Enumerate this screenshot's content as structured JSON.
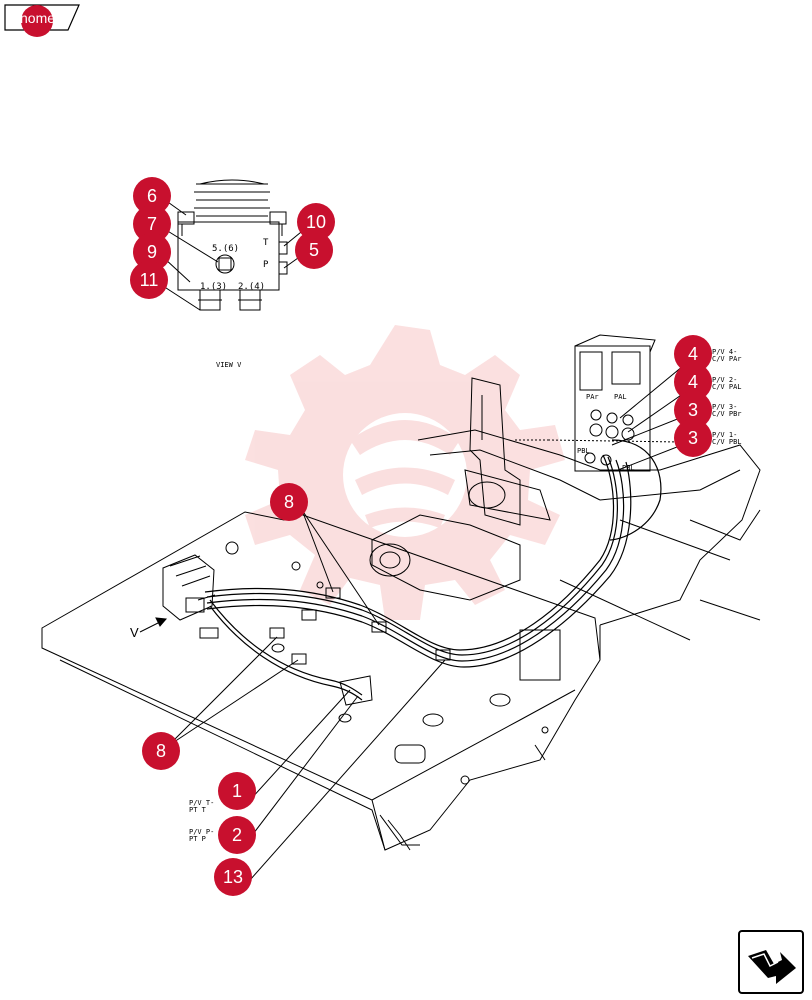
{
  "nav": {
    "home_label": "home"
  },
  "view_label": "VIEW V",
  "view_letter": "V",
  "valve_labels": {
    "port_top": "5.(6)",
    "port_t": "T",
    "port_p": "P",
    "port_bottom_left": "1.(3)",
    "port_bottom_right": "2.(4)"
  },
  "block_labels": {
    "pal": "PAL",
    "par": "PAr",
    "pbl": "PBL",
    "pbl2": "PBL"
  },
  "callouts": [
    {
      "num": "6"
    },
    {
      "num": "7"
    },
    {
      "num": "9"
    },
    {
      "num": "11"
    },
    {
      "num": "10"
    },
    {
      "num": "5"
    },
    {
      "num": "4"
    },
    {
      "num": "4"
    },
    {
      "num": "3"
    },
    {
      "num": "3"
    },
    {
      "num": "8"
    },
    {
      "num": "8"
    },
    {
      "num": "1"
    },
    {
      "num": "2"
    },
    {
      "num": "13"
    }
  ],
  "hose_notes": {
    "n1": {
      "line1": "P/V 4-",
      "line2": "C/V PAr"
    },
    "n2": {
      "line1": "P/V 2-",
      "line2": "C/V PAL"
    },
    "n3": {
      "line1": "P/V 3-",
      "line2": "C/V PBr"
    },
    "n4": {
      "line1": "P/V 1-",
      "line2": "C/V PBL"
    },
    "n5": {
      "line1": "P/V T-",
      "line2": "PT T"
    },
    "n6": {
      "line1": "P/V P-",
      "line2": "PT P"
    }
  },
  "colors": {
    "callout": "#c8102e",
    "line": "#000000",
    "watermark": "#f7c6c6"
  }
}
